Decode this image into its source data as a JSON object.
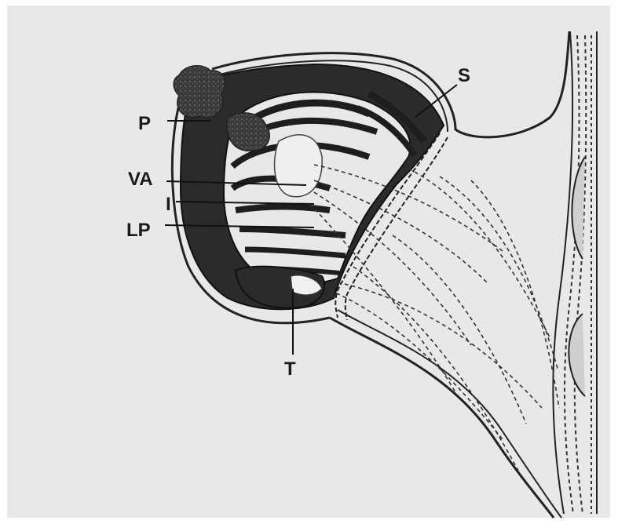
{
  "labels": {
    "P": "P",
    "VA": "VA",
    "I": "I",
    "LP": "LP",
    "T": "T",
    "S": "S"
  },
  "colors": {
    "background": "#e8e8e8",
    "ink": "#1a1a1a",
    "shading": "#2b2b2b",
    "paper": "#f4f4f4"
  }
}
